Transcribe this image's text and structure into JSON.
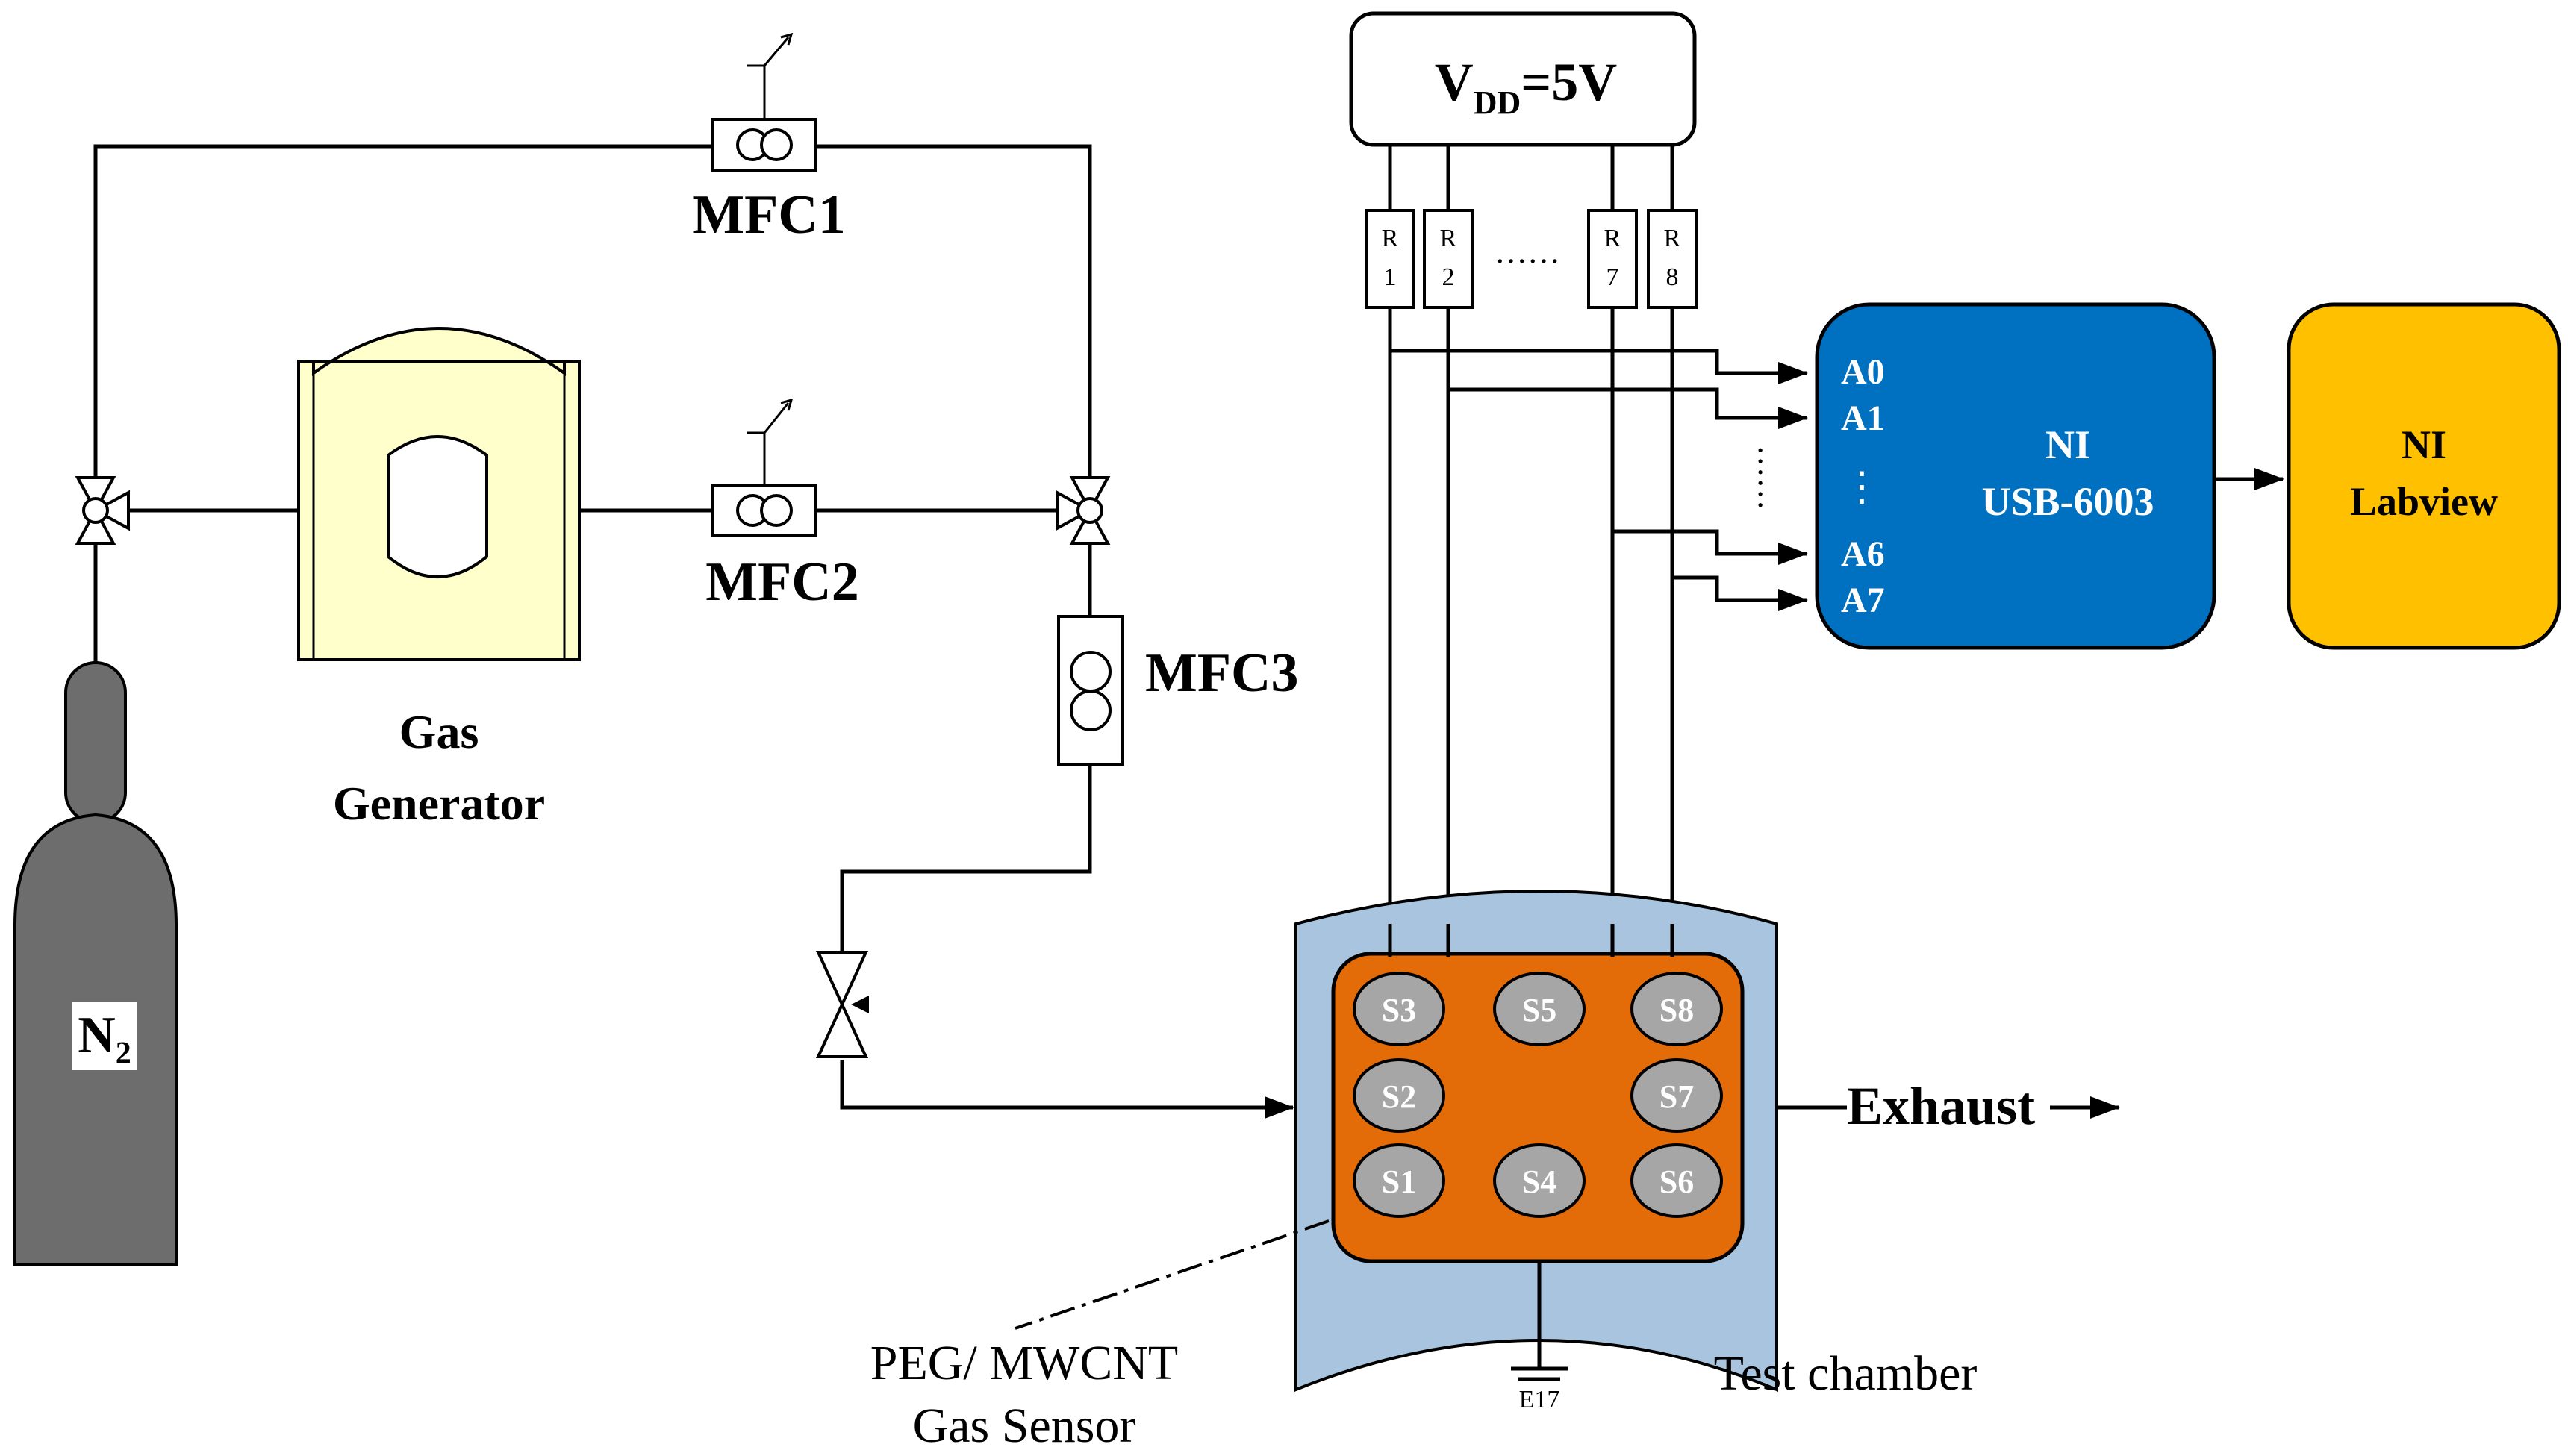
{
  "power_supply": {
    "label_main": "V",
    "label_sub": "DD",
    "label_value": "=5V"
  },
  "resistors": [
    {
      "letter": "R",
      "index": "1"
    },
    {
      "letter": "R",
      "index": "2"
    },
    {
      "letter": "R",
      "index": "7"
    },
    {
      "letter": "R",
      "index": "8"
    }
  ],
  "resistor_ellipsis": "……",
  "daq": {
    "title_line1": "NI",
    "title_line2": "USB-6003",
    "channels": [
      "A0",
      "A1",
      "A6",
      "A7"
    ],
    "channel_ellipsis": "⋮"
  },
  "software": {
    "line1": "NI",
    "line2": "Labview"
  },
  "flow_controllers": {
    "mfc1": "MFC1",
    "mfc2": "MFC2",
    "mfc3": "MFC3"
  },
  "gas_generator": {
    "line1": "Gas",
    "line2": "Generator"
  },
  "cylinder": {
    "label": "N₂"
  },
  "chamber": {
    "label": "Test chamber",
    "exhaust": "Exhaust",
    "sensors": [
      "S3",
      "S5",
      "S8",
      "S2",
      "S7",
      "S1",
      "S4",
      "S6"
    ],
    "sensor_label_line1": "PEG/ MWCNT",
    "sensor_label_line2": "Gas Sensor",
    "ground_label": "E17"
  },
  "colors": {
    "daq_fill": "#0070C0",
    "software_fill": "#FFC000",
    "chamber_outer": "#A9C4DE",
    "chamber_inner": "#E36C09",
    "sensor_fill": "#A6A6A6",
    "cylinder_fill": "#6D6D6D",
    "generator_fill": "#FFFFCC"
  }
}
